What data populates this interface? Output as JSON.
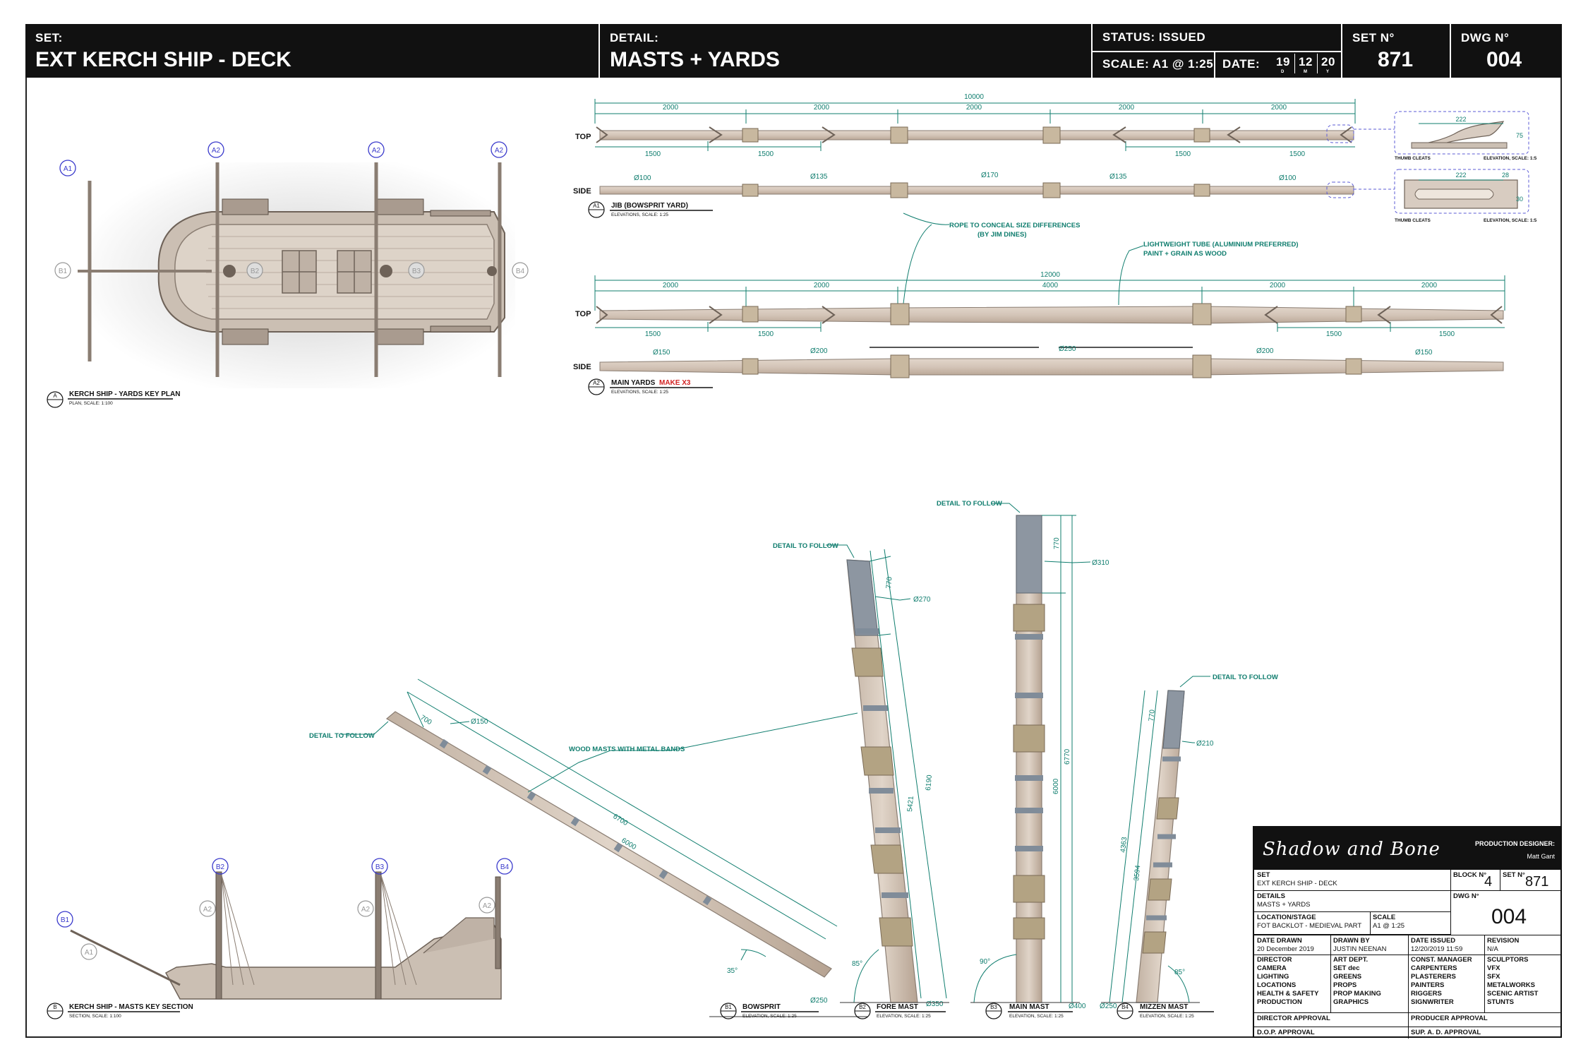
{
  "header": {
    "set_label": "SET:",
    "set_title": "EXT KERCH SHIP - DECK",
    "detail_label": "DETAIL:",
    "detail_title": "MASTS + YARDS",
    "status": "STATUS:  ISSUED",
    "scale": "SCALE:   A1 @ 1:25",
    "date_label": "DATE:",
    "date_d": "19",
    "date_m": "12",
    "date_y": "20",
    "date_sub_d": "D",
    "date_sub_m": "M",
    "date_sub_y": "Y",
    "set_no_label": "SET N°",
    "set_no": "871",
    "dwg_no_label": "DWG N°",
    "dwg_no": "004"
  },
  "key_plan": {
    "grid_a1": "A1",
    "grid_a2": "A2",
    "grid_b1": "B1",
    "grid_b2": "B2",
    "grid_b3": "B3",
    "grid_b4": "B4",
    "ref": "A",
    "title": "KERCH SHIP - YARDS KEY PLAN",
    "subtitle": "PLAN, SCALE: 1:100"
  },
  "jib": {
    "top_label": "TOP",
    "side_label": "SIDE",
    "overall": "10000",
    "segments": [
      "2000",
      "2000",
      "2000",
      "2000",
      "2000"
    ],
    "lower_dims": [
      "1500",
      "1500",
      "1500",
      "1500"
    ],
    "diameters": [
      "Ø100",
      "Ø135",
      "Ø170",
      "Ø135",
      "Ø100"
    ],
    "ref": "A1",
    "title": "JIB (BOWSPRIT YARD)",
    "subtitle": "ELEVATIONS, SCALE: 1:25",
    "note_rope": "ROPE TO CONCEAL SIZE DIFFERENCES",
    "note_rope2": "(BY JIM DINES)",
    "note_tube": "LIGHTWEIGHT TUBE (ALUMINIUM PREFERRED)",
    "note_tube2": "PAINT + GRAIN AS WOOD"
  },
  "cleats": {
    "dim1": "222",
    "dim2": "75",
    "dim3": "222",
    "dim4": "28",
    "dim5": "30",
    "label": "THUMB CLEATS",
    "elev": "ELEVATION, SCALE: 1:5"
  },
  "main_yards": {
    "top_label": "TOP",
    "side_label": "SIDE",
    "overall": "12000",
    "segments": [
      "2000",
      "2000",
      "4000",
      "2000",
      "2000"
    ],
    "lower_dims": [
      "1500",
      "1500",
      "1500",
      "1500"
    ],
    "diameters": [
      "Ø150",
      "Ø200",
      "Ø250",
      "Ø200",
      "Ø150"
    ],
    "ref": "A2",
    "title": "MAIN YARDS",
    "make": "MAKE X3",
    "subtitle": "ELEVATIONS, SCALE: 1:25"
  },
  "section": {
    "ref": "B",
    "title": "KERCH SHIP - MASTS KEY SECTION",
    "subtitle": "SECTION, SCALE: 1:100"
  },
  "bowsprit": {
    "note": "DETAIL TO FOLLOW",
    "note_bands": "WOOD MASTS WITH METAL BANDS",
    "d_top": "Ø150",
    "d_base": "Ø250",
    "len_top": "700",
    "len_total": "6700",
    "len_mid": "6000",
    "angle": "35°",
    "ref": "B1",
    "title": "BOWSPRIT",
    "subtitle": "ELEVATION, SCALE: 1:25"
  },
  "fore_mast": {
    "note": "DETAIL TO FOLLOW",
    "d_top": "Ø270",
    "d_base": "Ø350",
    "len_top": "770",
    "len_total": "6190",
    "len_mid": "5421",
    "angle": "85°",
    "ref": "B2",
    "title": "FORE MAST",
    "subtitle": "ELEVATION, SCALE: 1:25"
  },
  "main_mast": {
    "note": "DETAIL TO FOLLOW",
    "d_top": "Ø310",
    "d_base": "Ø400",
    "len_top": "770",
    "len_total": "6770",
    "len_mid": "6000",
    "angle": "90°",
    "ref": "B3",
    "title": "MAIN MAST",
    "subtitle": "ELEVATION, SCALE: 1:25"
  },
  "mizzen_mast": {
    "note": "DETAIL TO FOLLOW",
    "d_top": "Ø210",
    "d_base": "Ø250",
    "len_top": "770",
    "len_total": "4363",
    "len_mid": "3594",
    "angle": "85°",
    "ref": "B4",
    "title": "MIZZEN MAST",
    "subtitle": "ELEVATION, SCALE: 1:25"
  },
  "title_block": {
    "brand": "Shadow and Bone",
    "pd_label": "PRODUCTION DESIGNER:",
    "pd_name": "Matt Gant",
    "set_label": "SET",
    "set_value": "EXT KERCH SHIP - DECK",
    "block_label": "BLOCK N°",
    "block_value": "4",
    "set_no_label": "SET N°",
    "set_no_value": "871",
    "details_label": "DETAILS",
    "details_value": "MASTS + YARDS",
    "dwg_label": "DWG N°",
    "dwg_value": "004",
    "loc_label": "LOCATION/STAGE",
    "loc_value": "FOT BACKLOT - MEDIEVAL PART",
    "scale_label": "SCALE",
    "scale_value": "A1 @ 1:25",
    "date_drawn_label": "DATE DRAWN",
    "date_drawn_value": "20 December 2019",
    "drawn_by_label": "DRAWN BY",
    "drawn_by_value": "JUSTIN NEENAN",
    "date_issued_label": "DATE ISSUED",
    "date_issued_value": "12/20/2019 11:59",
    "revision_label": "REVISION",
    "revision_value": "N/A",
    "col1": [
      "DIRECTOR",
      "CAMERA",
      "LIGHTING",
      "LOCATIONS",
      "HEALTH & SAFETY",
      "PRODUCTION"
    ],
    "col2": [
      "ART DEPT.",
      "SET dec",
      "GREENS",
      "PROPS",
      "PROP MAKING",
      "GRAPHICS"
    ],
    "col3": [
      "CONST. MANAGER",
      "CARPENTERS",
      "PLASTERERS",
      "PAINTERS",
      "RIGGERS",
      "SIGNWRITER"
    ],
    "col4": [
      "SCULPTORS",
      "VFX",
      "SFX",
      "METALWORKS",
      "SCENIC ARTIST",
      "STUNTS"
    ],
    "director_approval": "DIRECTOR APPROVAL",
    "producer_approval": "PRODUCER APPROVAL",
    "dop_approval": "D.O.P. APPROVAL",
    "sup_approval": "SUP. A. D. APPROVAL"
  }
}
